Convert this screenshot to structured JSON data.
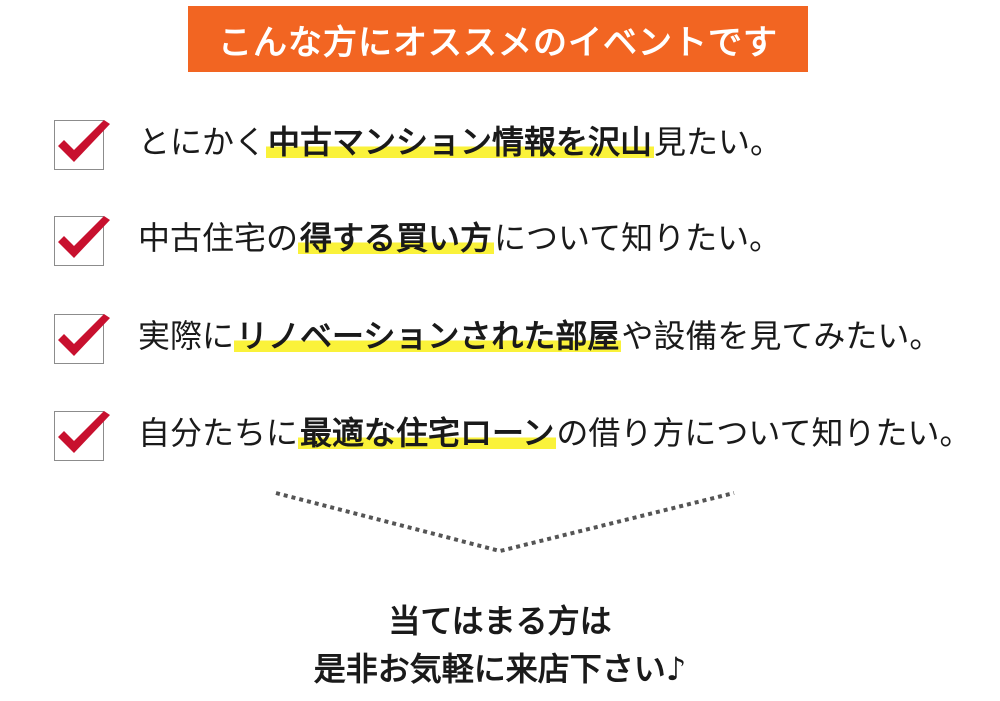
{
  "banner": {
    "title": "こんな方にオススメのイベントです"
  },
  "accent_colors": {
    "banner": "#f26522",
    "check": "#c8102e",
    "highlight": "#faf23a"
  },
  "items": [
    {
      "pre": "とにかく",
      "hl": "中古マンション情報を沢山",
      "post": "見たい。"
    },
    {
      "pre": "中古住宅の",
      "hl": "得する買い方",
      "post": "について知りたい。"
    },
    {
      "pre": "実際に",
      "hl": "リノベーションされた部屋",
      "post": "や設備を見てみたい。"
    },
    {
      "pre": "自分たちに",
      "hl": "最適な住宅ローン",
      "post": "の借り方について知りたい。"
    }
  ],
  "icons": {
    "checkbox": "red-checkmark-icon",
    "divider": "dotted-chevron-down-icon"
  },
  "cta": {
    "line1": "当てはまる方は",
    "line2": "是非お気軽に来店下さい♪"
  }
}
